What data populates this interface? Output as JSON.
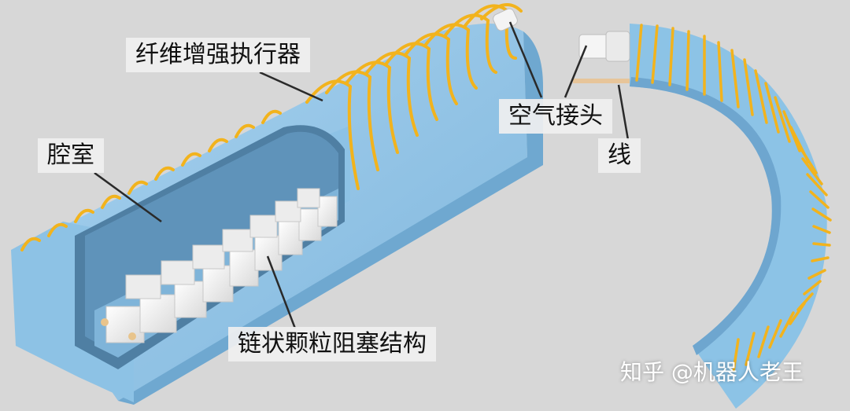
{
  "labels": {
    "fiber_reinforced_actuator": "纤维增强执行器",
    "chamber": "腔室",
    "air_connector": "空气接头",
    "line": "线",
    "chain_granular_jamming": "链状颗粒阻塞结构"
  },
  "watermark": "知乎 @机器人老王",
  "colors": {
    "background": "#d7d7d7",
    "body_blue": "#82b8dc",
    "fiber_orange": "#f2b31d",
    "particle_white": "#f4f4f4",
    "label_bg": "#efefef"
  }
}
